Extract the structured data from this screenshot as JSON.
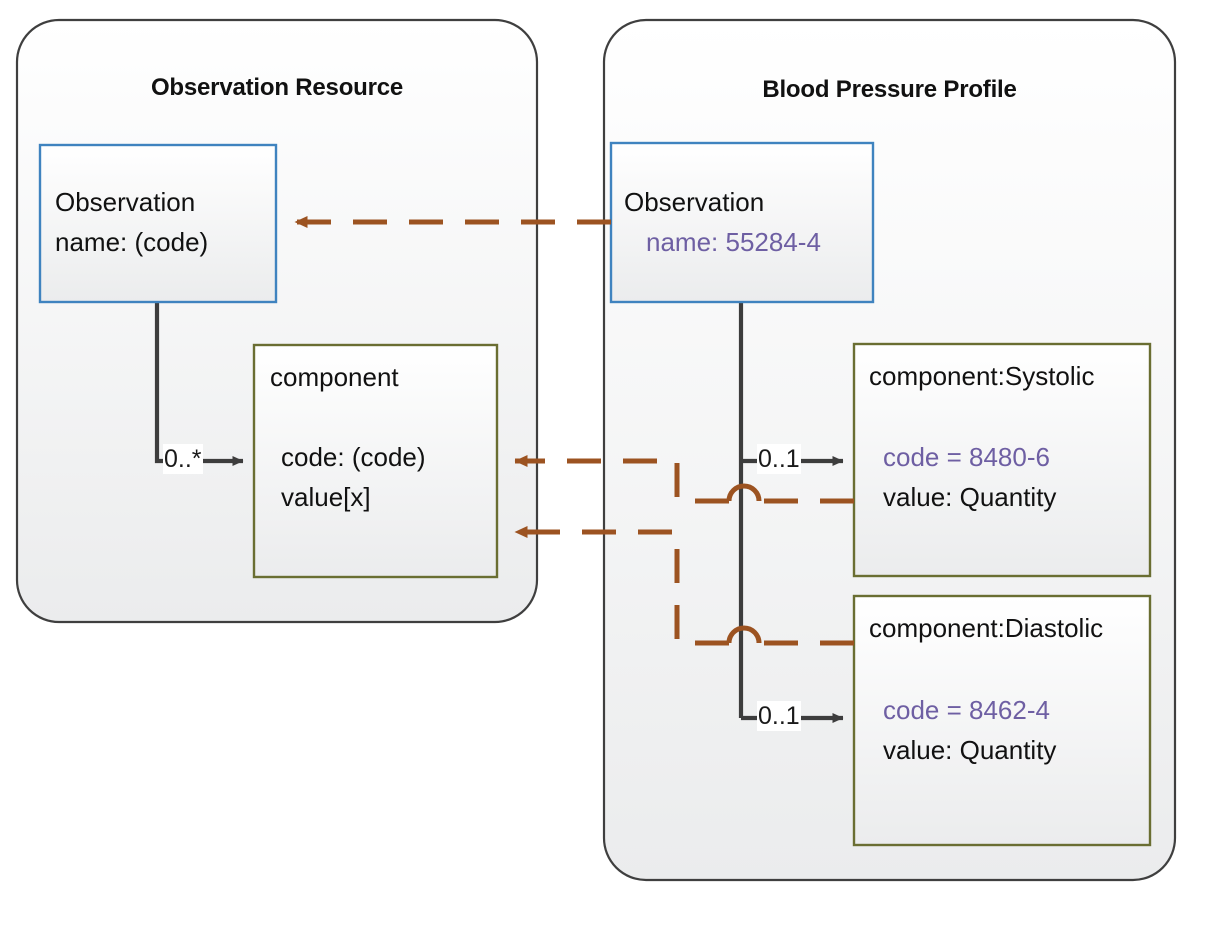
{
  "diagram": {
    "type": "uml-profile-diagram",
    "colors": {
      "panel_border": "#3f3f3f",
      "panel_fill_top": "#ffffff",
      "panel_fill_bottom": "#eceded",
      "blue_box_border": "#3f83bf",
      "olive_box_border": "#6a6e32",
      "box_fill_top": "#ffffff",
      "box_fill_bottom": "#eceded",
      "connector_dark": "#3d3d3d",
      "constraint_orange": "#9c5321",
      "code_value_purple": "#6e5fa3",
      "text_black": "#111111"
    },
    "panels": [
      {
        "id": "observation-resource",
        "title": "Observation Resource",
        "classes": [
          {
            "id": "observation-base",
            "style": "blue",
            "lines": [
              {
                "text": "Observation",
                "color": "black",
                "indent": 0
              },
              {
                "text": "name: (code)",
                "color": "black",
                "indent": 0
              }
            ]
          },
          {
            "id": "component-base",
            "style": "olive",
            "header": "component",
            "lines": [
              {
                "text": "code: (code)",
                "color": "black",
                "indent": 0
              },
              {
                "text": "value[x]",
                "color": "black",
                "indent": 0
              }
            ]
          }
        ],
        "associations": [
          {
            "from": "observation-base",
            "to": "component-base",
            "multiplicity": "0..*"
          }
        ]
      },
      {
        "id": "blood-pressure-profile",
        "title": "Blood Pressure Profile",
        "classes": [
          {
            "id": "observation-profile",
            "style": "blue",
            "lines": [
              {
                "text": "Observation",
                "color": "black",
                "indent": 0
              },
              {
                "text": "name: 55284-4",
                "color": "purple",
                "indent": 1
              }
            ]
          },
          {
            "id": "component-systolic",
            "style": "olive",
            "header": "component:Systolic",
            "lines": [
              {
                "text": "code = 8480-6",
                "color": "purple",
                "indent": 0
              },
              {
                "text": "value: Quantity",
                "color": "black",
                "indent": 0
              }
            ]
          },
          {
            "id": "component-diastolic",
            "style": "olive",
            "header": "component:Diastolic",
            "lines": [
              {
                "text": "code = 8462-4",
                "color": "purple",
                "indent": 0
              },
              {
                "text": "value: Quantity",
                "color": "black",
                "indent": 0
              }
            ]
          }
        ],
        "associations": [
          {
            "from": "observation-profile",
            "to": "component-systolic",
            "multiplicity": "0..1"
          },
          {
            "from": "observation-profile",
            "to": "component-diastolic",
            "multiplicity": "0..1"
          }
        ]
      }
    ],
    "constraint_links": [
      {
        "from": "observation-profile",
        "to": "observation-base",
        "style": "dashed",
        "color": "#9c5321"
      },
      {
        "from": "component-systolic",
        "to": "component-base",
        "style": "dashed",
        "color": "#9c5321"
      },
      {
        "from": "component-diastolic",
        "to": "component-base",
        "style": "dashed",
        "color": "#9c5321"
      }
    ]
  },
  "labels": {
    "panel_left_title": "Observation Resource",
    "panel_right_title": "Blood Pressure Profile",
    "obs_base_line1": "Observation",
    "obs_base_line2": "name: (code)",
    "component_base_header": "component",
    "component_base_line1": "code: (code)",
    "component_base_line2": "value[x]",
    "obs_profile_line1": "Observation",
    "obs_profile_line2": "name: 55284-4",
    "systolic_header": "component:Systolic",
    "systolic_line1": "code = 8480-6",
    "systolic_line2": "value: Quantity",
    "diastolic_header": "component:Diastolic",
    "diastolic_line1": "code = 8462-4",
    "diastolic_line2": "value: Quantity",
    "mult_base_component": "0..*",
    "mult_systolic": "0..1",
    "mult_diastolic": "0..1"
  }
}
